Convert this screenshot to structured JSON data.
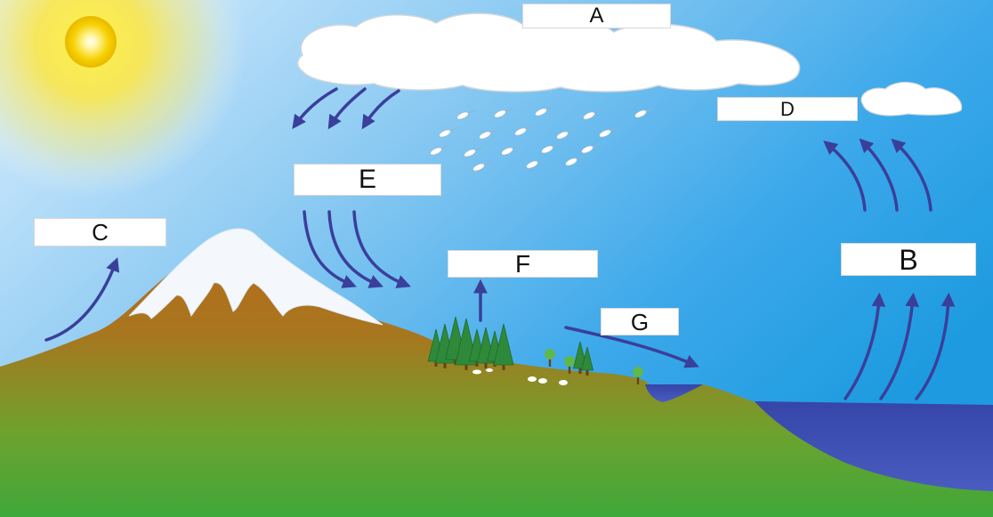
{
  "labels": {
    "a": "A",
    "b": "B",
    "c": "C",
    "d": "D",
    "e": "E",
    "f": "F",
    "g": "G"
  },
  "colors": {
    "sky_top": "#1e9be0",
    "sky_bottom": "#c4e4f6",
    "arrow": "#3a3f9a",
    "mountain": "#b8641c",
    "snow": "#f4f8fc",
    "water": "#3949a8",
    "grass": "#5aa83a",
    "sun": "#f4d800"
  },
  "icons": [
    "sun-icon",
    "cloud-icon",
    "rain-drops-icon",
    "mountain-icon",
    "tree-icon",
    "arrow-icon"
  ]
}
